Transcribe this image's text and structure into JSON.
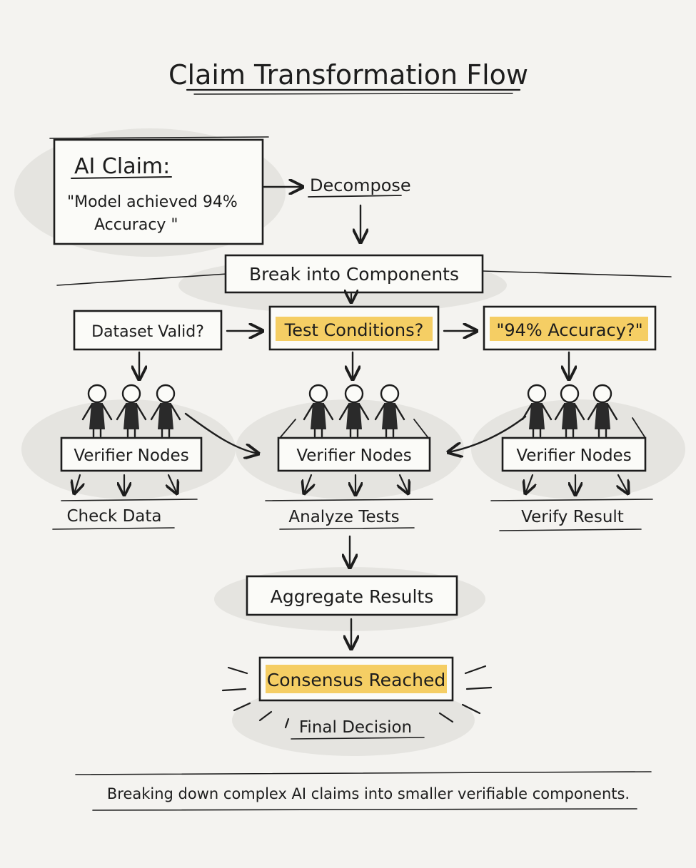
{
  "title": "Claim Transformation Flow",
  "claim": {
    "heading": "AI Claim:",
    "line1": "\"Model achieved 94%",
    "line2": "Accuracy \""
  },
  "decompose": "Decompose",
  "break_into": "Break into Components",
  "components": {
    "left": "Dataset Valid?",
    "middle": "Test Conditions?",
    "right": "\"94% Accuracy?\""
  },
  "verifier_label": "Verifier Nodes",
  "outcomes": {
    "left": "Check Data",
    "middle": "Analyze Tests",
    "right": "Verify Result"
  },
  "aggregate": "Aggregate Results",
  "consensus": "Consensus Reached",
  "final": "Final Decision",
  "footer": "Breaking down complex AI claims into smaller verifiable components.",
  "colors": {
    "ink": "#1d1d1d",
    "highlight": "#f3c64a",
    "paper": "#f4f3f0"
  }
}
